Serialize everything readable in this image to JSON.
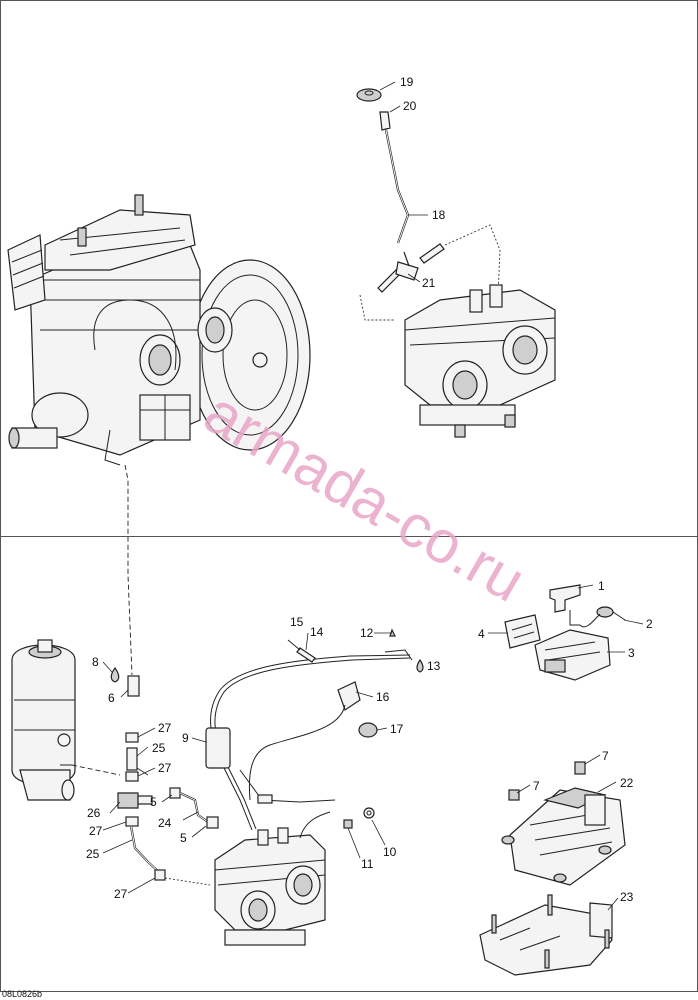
{
  "watermark": "armada-co.ru",
  "drawing_code": "08L0826b",
  "callouts": {
    "c1": "1",
    "c2": "2",
    "c3": "3",
    "c4": "4",
    "c5a": "5",
    "c5b": "5",
    "c6": "6",
    "c7a": "7",
    "c7b": "7",
    "c8": "8",
    "c9": "9",
    "c10": "10",
    "c11": "11",
    "c12": "12",
    "c13": "13",
    "c14": "14",
    "c15": "15",
    "c16": "16",
    "c17": "17",
    "c18": "18",
    "c19": "19",
    "c20": "20",
    "c21": "21",
    "c22": "22",
    "c23": "23",
    "c24": "24",
    "c25a": "25",
    "c25b": "25",
    "c26": "26",
    "c27a": "27",
    "c27b": "27",
    "c27c": "27",
    "c27d": "27"
  },
  "colors": {
    "watermark": "#e8a6c7",
    "line": "#222222"
  }
}
